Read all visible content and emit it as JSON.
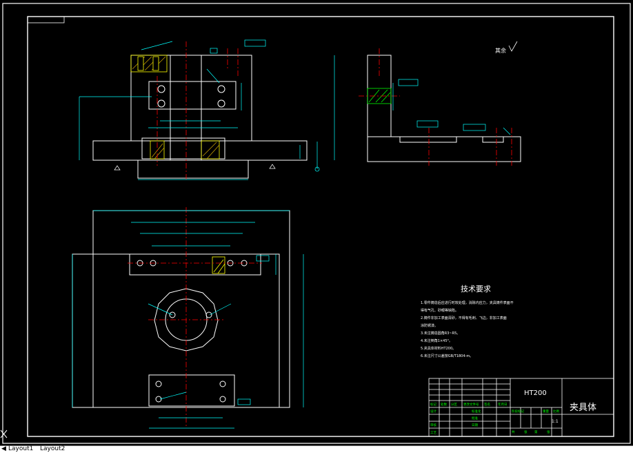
{
  "drawing": {
    "tech_title": "技术要求",
    "tech_lines": [
      "1.零件铸造后应进行时效处理，消除内应力，夹具铸件表面不",
      "得有气孔、砂眼等缺陷。",
      "2.铸件非加工表面清砂，不得有毛刺、飞边，非加工表面",
      "涂防锈漆。",
      "3.未注铸造圆角R3~R5。",
      "4.未注倒角1×45°。",
      "5.夹具体材料HT200。",
      "6.未注尺寸公差按GB/T1804-m。"
    ],
    "roughness_note": "其余",
    "material": "HT200",
    "part_name": "夹具体",
    "scale": "1:1",
    "title_labels": [
      "标记",
      "处数",
      "分区",
      "更改文件号",
      "签名",
      "年月日"
    ],
    "left_labels": [
      "设计",
      "审核",
      "工艺"
    ],
    "mid_labels": [
      "标准化",
      "批准",
      "日期"
    ],
    "right_labels": [
      "阶段标记",
      "重量",
      "比例"
    ],
    "sheet_labels": [
      "共",
      "张",
      "第",
      "张"
    ]
  },
  "tabs": {
    "layout1": "Layout1",
    "layout2": "Layout2"
  },
  "colors": {
    "bg": "#000000",
    "white": "#ffffff",
    "cyan": "#00ffff",
    "red": "#ff0000",
    "green": "#00ff00",
    "yellow": "#ffff00",
    "hatch": "#c8a000"
  }
}
